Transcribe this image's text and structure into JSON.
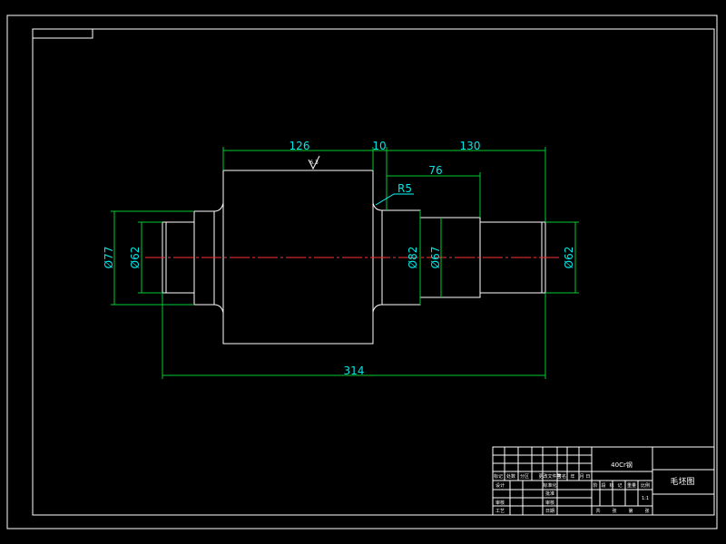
{
  "drawing": {
    "dimensions": {
      "d_126": "126",
      "d_10": "10",
      "d_130": "130",
      "d_76": "76",
      "r5": "R5",
      "phi77": "Ø77",
      "phi62_left": "Ø62",
      "phi82": "Ø82",
      "phi67": "Ø67",
      "phi62_right": "Ø62",
      "d_314": "314",
      "roughness": "6.3"
    },
    "title_block": {
      "material": "40Cr钢",
      "title": "毛坯图",
      "row_labels": [
        "标记",
        "处数",
        "分区",
        "更改文件号",
        "签名",
        "年",
        "月",
        "日"
      ],
      "left_labels": [
        "设计",
        "审核",
        "工艺"
      ],
      "mid_labels": [
        "标准化",
        "批准",
        "审核",
        "日期"
      ],
      "stage_labels": [
        "阶",
        "段",
        "标",
        "记",
        "重量",
        "比例"
      ],
      "scale": "1:1",
      "bottom_labels": [
        "共",
        "张",
        "第",
        "张"
      ]
    }
  },
  "colors": {
    "outline": "#ffffff",
    "extension": "#00cc33",
    "dimension_text": "#00e5e5",
    "centerline": "#ff3333"
  }
}
